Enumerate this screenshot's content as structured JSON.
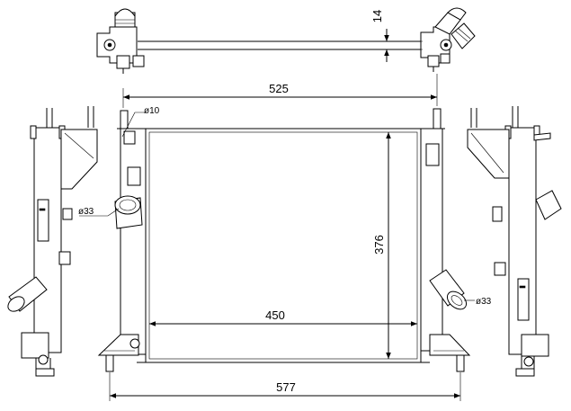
{
  "drawing": {
    "dimensions": {
      "overall_width": "577",
      "core_width": "450",
      "core_height": "376",
      "mount_spacing": "525",
      "tube_offset": "14"
    },
    "diameters": {
      "bleed_port": "ø10",
      "inlet_left": "ø33",
      "outlet_right": "ø33"
    }
  }
}
